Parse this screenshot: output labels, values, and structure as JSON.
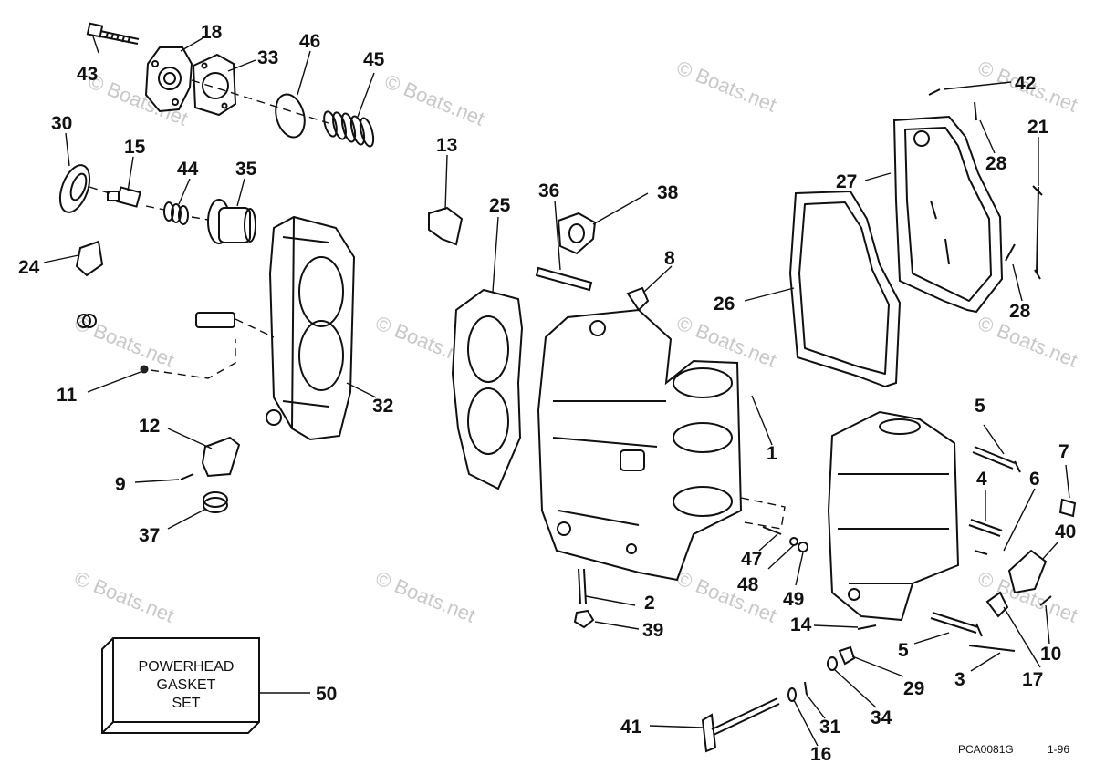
{
  "watermark": "© Boats.net",
  "diagram_code": "PCA0081G",
  "diagram_date": "1-96",
  "gasket_set_box": {
    "lines": [
      "POWERHEAD",
      "GASKET",
      "SET"
    ],
    "callout": "50"
  },
  "callouts": {
    "c1": "1",
    "c2": "2",
    "c3": "3",
    "c4": "4",
    "c5a": "5",
    "c5b": "5",
    "c6": "6",
    "c7": "7",
    "c8": "8",
    "c9": "9",
    "c10": "10",
    "c11": "11",
    "c12": "12",
    "c13": "13",
    "c14": "14",
    "c15": "15",
    "c16": "16",
    "c17": "17",
    "c18": "18",
    "c21": "21",
    "c24": "24",
    "c25": "25",
    "c26": "26",
    "c27": "27",
    "c28a": "28",
    "c28b": "28",
    "c29": "29",
    "c30": "30",
    "c31": "31",
    "c32": "32",
    "c33": "33",
    "c34": "34",
    "c35": "35",
    "c36": "36",
    "c37": "37",
    "c38": "38",
    "c39": "39",
    "c40": "40",
    "c41": "41",
    "c42": "42",
    "c43": "43",
    "c44": "44",
    "c45": "45",
    "c46": "46",
    "c47": "47",
    "c48": "48",
    "c49": "49"
  }
}
